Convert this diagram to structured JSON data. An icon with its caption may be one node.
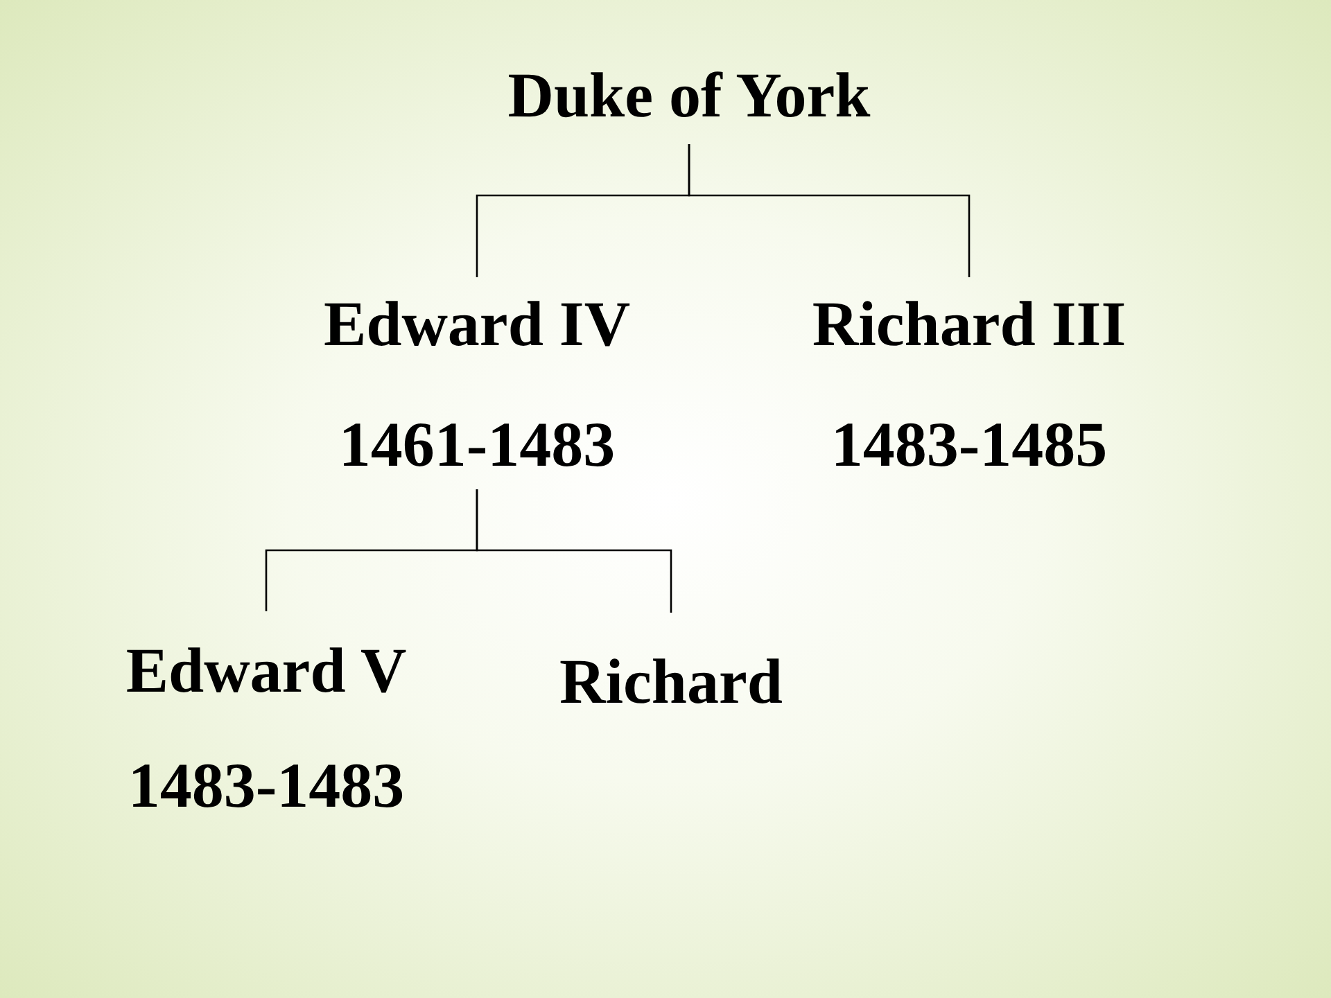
{
  "diagram": {
    "nodes": [
      {
        "text": [
          "Duke of York"
        ]
      },
      {
        "text": [
          "Edward IV",
          "1461-1483"
        ]
      },
      {
        "text": [
          "Richard III",
          "1483-1485"
        ]
      },
      {
        "text": [
          "Edward V",
          "1483-1483"
        ]
      },
      {
        "text": [
          "Richard"
        ]
      }
    ],
    "edges": [
      {
        "from": 0,
        "to": 1,
        "arrow": "none"
      },
      {
        "from": 0,
        "to": 2,
        "arrow": "none"
      },
      {
        "from": 1,
        "to": 3,
        "arrow": "none"
      },
      {
        "from": 1,
        "to": 4,
        "arrow": "none"
      }
    ]
  }
}
